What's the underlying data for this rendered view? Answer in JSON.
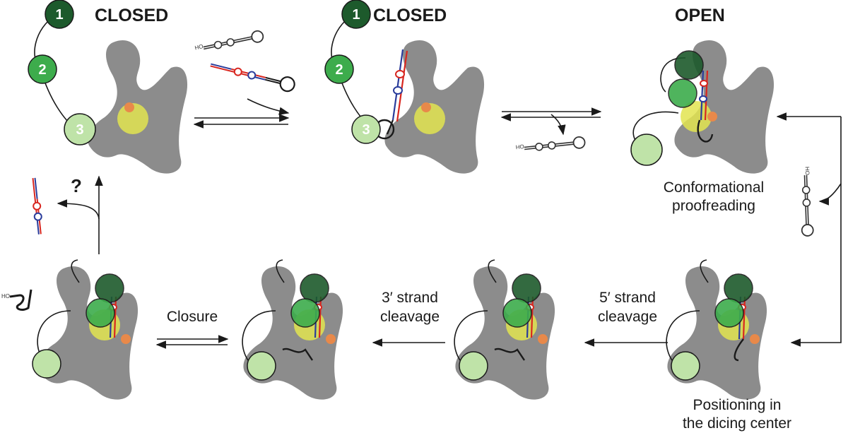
{
  "states": {
    "closed_1": "CLOSED",
    "closed_2": "CLOSED",
    "open": "OPEN"
  },
  "steps": {
    "proofreading": [
      "Conformational",
      "proofreading"
    ],
    "positioning": [
      "Positioning in",
      "the dicing center"
    ],
    "five_prime": [
      "5′ strand",
      "cleavage"
    ],
    "three_prime": [
      "3′ strand",
      "cleavage"
    ],
    "closure": "Closure",
    "question": "?"
  },
  "domains": {
    "d1": "1",
    "d2": "2",
    "d3": "3"
  },
  "rna_end_label": "HO",
  "colors": {
    "protein": "#8c8c8c",
    "domain1": "#1d5a2c",
    "domain2": "#3dac4c",
    "domain3": "#bfe3a8",
    "yellow_domain": "#e2e450",
    "orange_site": "#e8894a",
    "strand_red": "#d8261f",
    "strand_blue": "#2a3c9b"
  }
}
